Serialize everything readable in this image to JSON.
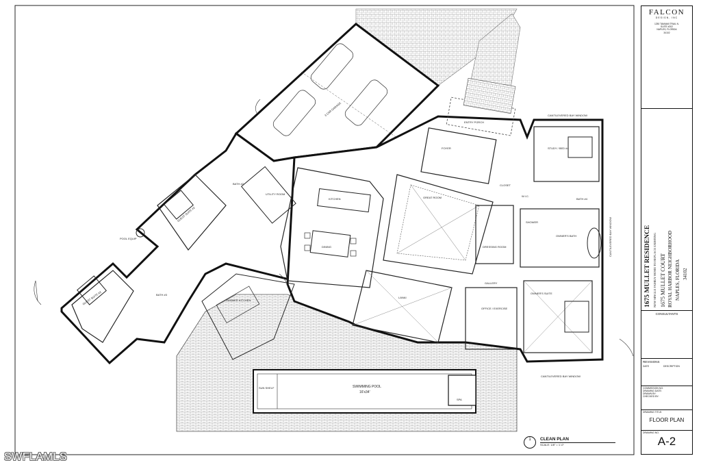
{
  "watermark": "SWFLAMLS",
  "rooms": {
    "garage": "3 CAR GARAGE",
    "kitchen": "KITCHEN",
    "dining": "DINING",
    "great_room": "GREAT ROOM",
    "foyer": "FOYER",
    "entry_porch": "ENTRY PORCH",
    "study": "STUDY / BED #4",
    "bath4": "BATH #4",
    "closet": "CLOSET",
    "wic": "W.I.C.",
    "dressing": "DRESSING ROOM",
    "owners_bath": "OWNER'S BATH",
    "shower": "SHOWER",
    "owners_suite": "OWNER'S SUITE",
    "office": "OFFICE / EXERCISE",
    "gallery": "GALLERY",
    "lanai": "LANAI",
    "summer_kitchen": "SUMMER KITCHEN",
    "guest_suite2": "GUEST SUITE #2",
    "guest_suite3": "GUEST SUITE #3",
    "bath2": "BATH #2",
    "bath3": "BATH #3",
    "utility": "UTILITY ROOM",
    "pool_equip": "POOL EQUIP",
    "pool": "SWIMMING POOL",
    "pool_size": "16'x34'",
    "sun_shelf": "SUN SHELF",
    "spa": "SPA",
    "cantilever_top": "CANTILEVERED BAY WINDOW",
    "cantilever_bottom": "CANTILEVERED BAY WINDOW",
    "cantilever_side": "CANTILEVERED BAY WINDOW"
  },
  "title_block": {
    "firm": "FALCON",
    "firm_sub": "DESIGN, INC",
    "address1": "1250 TAMIAMI TRAIL N.",
    "address2": "SUITE #202",
    "address3": "NAPLES, FLORIDA",
    "address4": "34102",
    "project": "1675 MULLET RESIDENCE",
    "project_sub": "NEW SINGLE FAMILY HOME TO REPLACE EXISTING",
    "street": "1675 MULLET COURT",
    "neighborhood": "ROYAL HARBOR NEIGHBORHOOD",
    "city": "NAPLES, FLORIDA",
    "zip": "34102",
    "consultants": "CONSULTANTS",
    "revisions": "REVISIONS",
    "rev_date": "DATE",
    "rev_desc": "DESCRIPTION",
    "commission": "COMMISSION NO.",
    "drawing_date": "DRAWING DATE:",
    "drawn_by": "DRAWN BY:",
    "checked_by": "CHECKED BY:",
    "drawing_title_label": "DRAWING TITLE:",
    "drawing_title": "FLOOR PLAN",
    "drawing_no_label": "DRAWING NO.",
    "drawing_no": "A-2"
  },
  "caption": {
    "number": "1",
    "title": "CLEAN PLAN",
    "scale": "SCALE: 1/8\" = 1'-0\""
  }
}
